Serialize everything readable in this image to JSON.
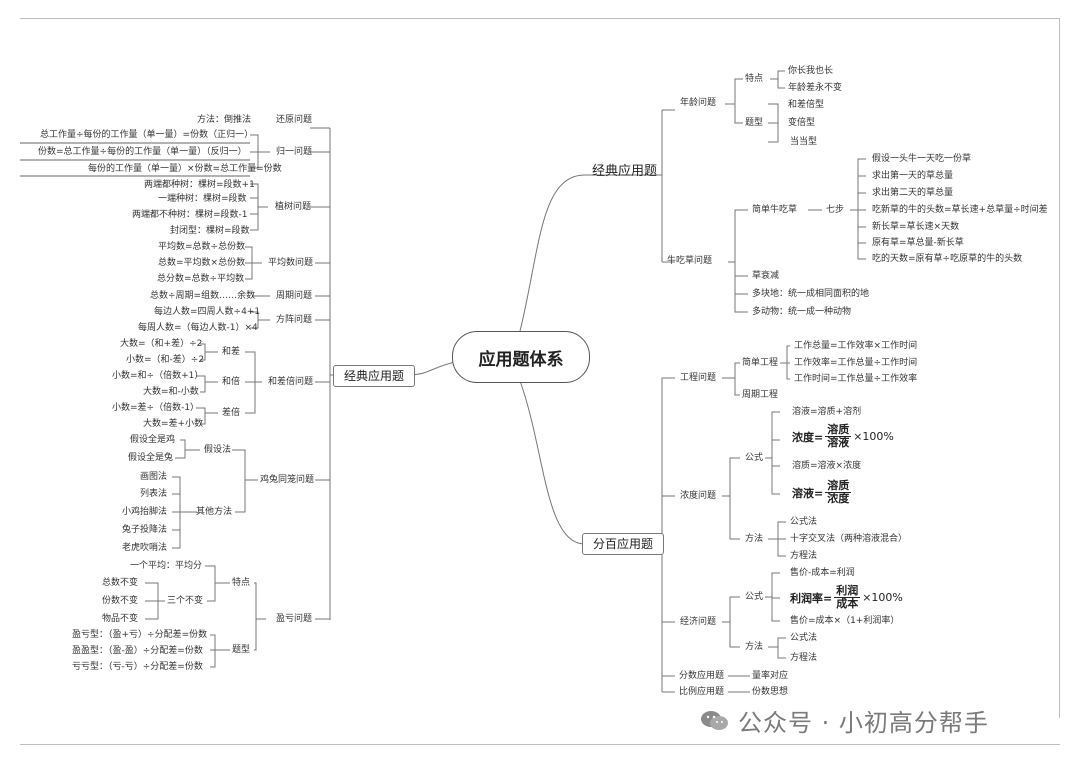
{
  "root": "应用题体系",
  "left": {
    "title": "经典应用题",
    "reduce": {
      "label": "还原问题",
      "items": [
        "方法：倒推法"
      ]
    },
    "guiyi": {
      "label": "归一问题",
      "items": [
        "总工作量÷每份的工作量（单一量）=份数（正归一）",
        "份数=总工作量÷每份的工作量（单一量）（反归一）",
        "每份的工作量（单一量）×份数=总工作量=份数"
      ]
    },
    "tree": {
      "label": "植树问题",
      "items": [
        "两端都种树：棵树=段数+1",
        "一端种树：棵树=段数",
        "两端都不种树：棵树=段数-1",
        "封闭型：棵树=段数"
      ]
    },
    "avg": {
      "label": "平均数问题",
      "items": [
        "平均数=总数÷总份数",
        "总数=平均数×总份数",
        "总分数=总数÷平均数"
      ]
    },
    "cycle": {
      "label": "周期问题",
      "items": [
        "总数÷周期=组数……余数"
      ]
    },
    "square": {
      "label": "方阵问题",
      "items": [
        "每边人数=四周人数÷4+1",
        "每周人数=（每边人数-1）×4"
      ]
    },
    "sumdiff": {
      "label": "和差倍问题",
      "groups": [
        {
          "label": "和差",
          "items": [
            "大数=（和+差）÷2",
            "小数=（和-差）÷2"
          ]
        },
        {
          "label": "和倍",
          "items": [
            "小数=和÷（倍数+1）",
            "大数=和-小数"
          ]
        },
        {
          "label": "差倍",
          "items": [
            "小数=差÷（倍数-1）",
            "大数=差+小数"
          ]
        }
      ]
    },
    "chicken": {
      "label": "鸡兔同笼问题",
      "groups": [
        {
          "label": "假设法",
          "items": [
            "假设全是鸡",
            "假设全是兔"
          ]
        },
        {
          "label": "其他方法",
          "items": [
            "画图法",
            "列表法",
            "小鸡抬脚法",
            "兔子投降法",
            "老虎吹哨法"
          ]
        }
      ]
    },
    "profit": {
      "label": "盈亏问题",
      "groups": [
        {
          "label": "特点",
          "items": [
            "一个平均：平均分",
            "总数不变",
            "份数不变",
            "物品不变"
          ],
          "sub": "三个不变"
        },
        {
          "label": "题型",
          "items": [
            "盈亏型：（盈+亏）÷分配差=份数",
            "盈盈型：（盈-盈）÷分配差=份数",
            "亏亏型：（亏-亏）÷分配差=份数"
          ]
        }
      ]
    }
  },
  "right": {
    "classic": {
      "title": "经典应用题",
      "age": {
        "label": "年龄问题",
        "features": {
          "label": "特点",
          "items": [
            "你长我也长",
            "年龄差永不变"
          ]
        },
        "types": {
          "label": "题型",
          "items": [
            "和差倍型",
            "变倍型",
            "当当型"
          ]
        }
      },
      "cow": {
        "label": "牛吃草问题",
        "simple": {
          "label": "简单牛吃草",
          "steps": "七步",
          "items": [
            "假设一头牛一天吃一份草",
            "求出第一天的草总量",
            "求出第二天的草总量",
            "吃新草的牛的头数=草长速+总草量÷时间差",
            "新长草=草长速×天数",
            "原有草=草总量-新长草",
            "吃的天数=原有草÷吃原草的牛的头数"
          ]
        },
        "others": [
          "草衰减",
          "多块地：统一成相同面积的地",
          "多动物：统一成一种动物"
        ]
      }
    },
    "percent": {
      "title": "分百应用题",
      "work": {
        "label": "工程问题",
        "simple": {
          "label": "简单工程",
          "items": [
            "工作总量=工作效率×工作时间",
            "工作效率=工作总量÷工作时间",
            "工作时间=工作总量÷工作效率"
          ]
        },
        "cycle": "周期工程"
      },
      "conc": {
        "label": "浓度问题",
        "formula": {
          "label": "公式",
          "f1": "溶液=溶质+溶剂",
          "f2_left": "浓度=",
          "f2_num": "溶质",
          "f2_den": "溶液",
          "f2_tail": "×100%",
          "f3": "溶质=溶液×浓度",
          "f4_left": "溶液=",
          "f4_num": "溶质",
          "f4_den": "浓度"
        },
        "method": {
          "label": "方法",
          "items": [
            "公式法",
            "十字交叉法（两种溶液混合）",
            "方程法"
          ]
        }
      },
      "econ": {
        "label": "经济问题",
        "formula": {
          "label": "公式",
          "f1": "售价-成本=利润",
          "f2_left": "利润率=",
          "f2_num": "利润",
          "f2_den": "成本",
          "f2_tail": "×100%",
          "f3": "售价=成本×（1+利润率）"
        },
        "method": {
          "label": "方法",
          "items": [
            "公式法",
            "方程法"
          ]
        }
      },
      "fraction": {
        "label": "分数应用题",
        "value": "量率对应"
      },
      "ratio": {
        "label": "比例应用题",
        "value": "份数思想"
      }
    }
  },
  "watermark": {
    "text": "公众号 · 小初高分帮手"
  }
}
